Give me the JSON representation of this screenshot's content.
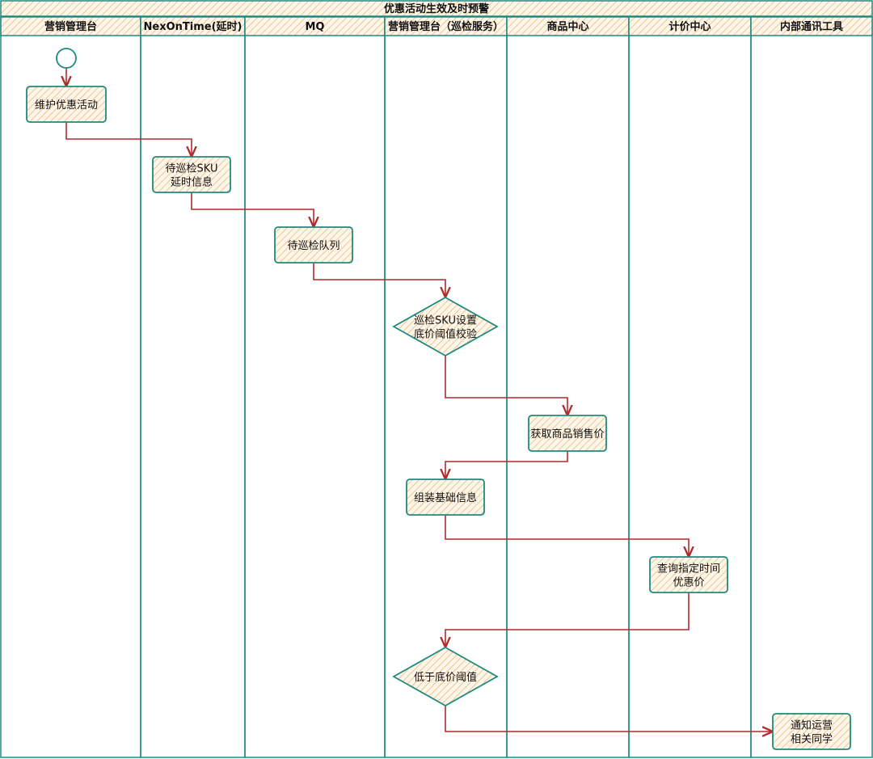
{
  "title": "优惠活动生效及时预警",
  "lanes": [
    "营销管理台",
    "NexOnTime(延时)",
    "MQ",
    "营销管理台（巡检服务）",
    "商品中心",
    "计价中心",
    "内部通讯工具"
  ],
  "nodes": [
    {
      "id": "start",
      "type": "start",
      "lane": 0,
      "label": ""
    },
    {
      "id": "maintain",
      "type": "process",
      "lane": 0,
      "label": "维护优惠活动"
    },
    {
      "id": "delay_info",
      "type": "process",
      "lane": 1,
      "label": "待巡检SKU\n延时信息"
    },
    {
      "id": "queue",
      "type": "process",
      "lane": 2,
      "label": "待巡检队列"
    },
    {
      "id": "check_threshold",
      "type": "decision",
      "lane": 3,
      "label": "巡检SKU设置\n底价阈值校验"
    },
    {
      "id": "get_price",
      "type": "process",
      "lane": 4,
      "label": "获取商品销售价"
    },
    {
      "id": "assemble",
      "type": "process",
      "lane": 3,
      "label": "组装基础信息"
    },
    {
      "id": "query_price",
      "type": "process",
      "lane": 5,
      "label": "查询指定时间\n优惠价"
    },
    {
      "id": "below_floor",
      "type": "decision",
      "lane": 3,
      "label": "低于底价阈值"
    },
    {
      "id": "notify",
      "type": "process",
      "lane": 6,
      "label": "通知运营\n相关同学"
    }
  ],
  "edges": [
    [
      "start",
      "maintain"
    ],
    [
      "maintain",
      "delay_info"
    ],
    [
      "delay_info",
      "queue"
    ],
    [
      "queue",
      "check_threshold"
    ],
    [
      "check_threshold",
      "get_price"
    ],
    [
      "get_price",
      "assemble"
    ],
    [
      "assemble",
      "query_price"
    ],
    [
      "query_price",
      "below_floor"
    ],
    [
      "below_floor",
      "notify"
    ]
  ],
  "colors": {
    "border": "#1f8a80",
    "hatch": "#f3c48e",
    "arrow": "#b22a2a",
    "node_fill": "#fdf6ea",
    "text": "#111111"
  }
}
